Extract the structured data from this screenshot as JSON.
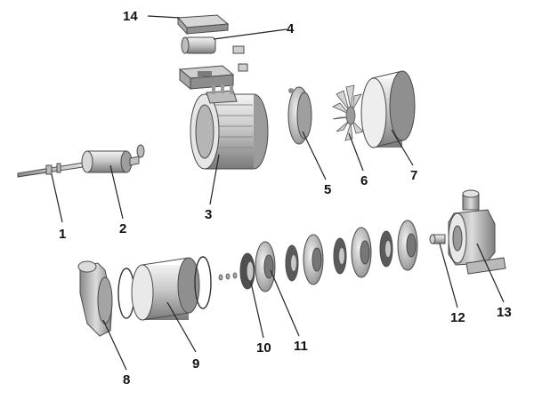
{
  "diagram": {
    "labels": {
      "p1": "1",
      "p2": "2",
      "p3": "3",
      "p4": "4",
      "p5": "5",
      "p6": "6",
      "p7": "7",
      "p8": "8",
      "p9": "9",
      "p10": "10",
      "p11": "11",
      "p12": "12",
      "p13": "13",
      "p14": "14"
    }
  }
}
